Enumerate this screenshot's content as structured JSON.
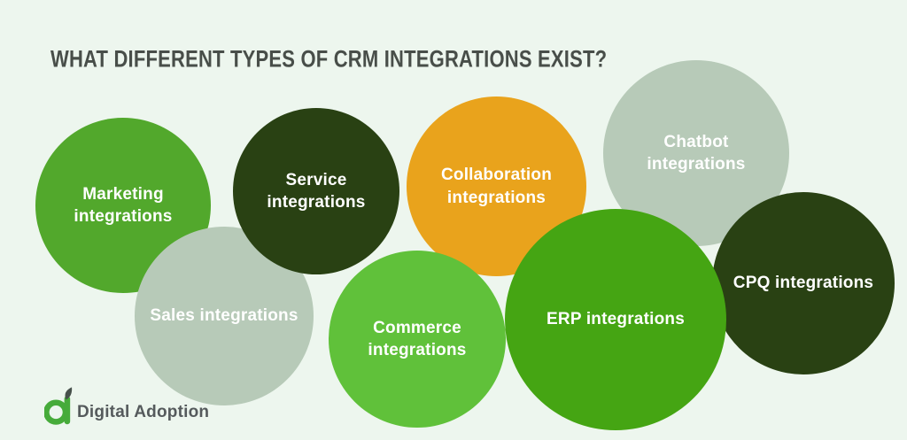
{
  "background_color": "#edf6ee",
  "title": {
    "text": "WHAT DIFFERENT TYPES OF CRM INTEGRATIONS EXIST?",
    "color": "#484e49"
  },
  "bubbles": [
    {
      "id": "marketing",
      "label": "Marketing integrations",
      "color": "#52a82c",
      "text_color": "#ffffff"
    },
    {
      "id": "sales",
      "label": "Sales integrations",
      "color": "#b7cab8",
      "text_color": "#ffffff"
    },
    {
      "id": "service",
      "label": "Service integrations",
      "color": "#294113",
      "text_color": "#ffffff"
    },
    {
      "id": "commerce",
      "label": "Commerce integrations",
      "color": "#60c13a",
      "text_color": "#ffffff"
    },
    {
      "id": "collaboration",
      "label": "Collaboration integrations",
      "color": "#e9a31c",
      "text_color": "#ffffff"
    },
    {
      "id": "erp",
      "label": "ERP integrations",
      "color": "#45a513",
      "text_color": "#ffffff"
    },
    {
      "id": "chatbot",
      "label": "Chatbot integrations",
      "color": "#b7cab8",
      "text_color": "#ffffff"
    },
    {
      "id": "cpq",
      "label": "CPQ integrations",
      "color": "#294113",
      "text_color": "#ffffff"
    }
  ],
  "logo": {
    "text": "Digital Adoption",
    "mark_color": "#46ab3a",
    "leaf_color": "#47504b",
    "text_color": "#555a5c"
  }
}
